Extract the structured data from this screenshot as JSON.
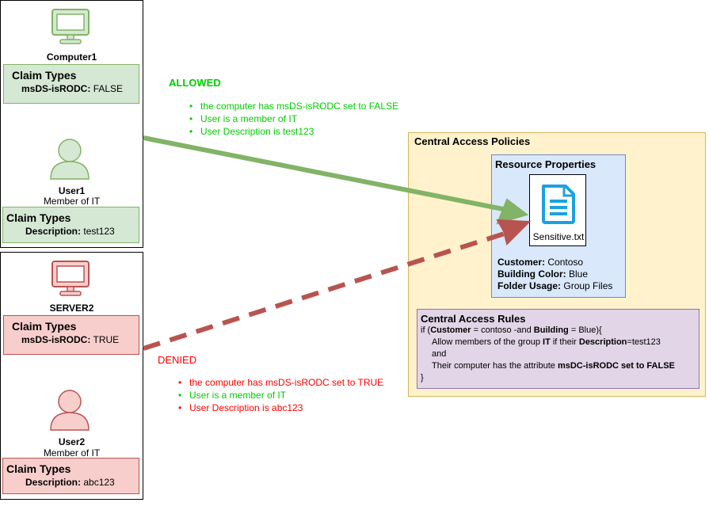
{
  "computer1": {
    "name": "Computer1",
    "claims": {
      "title": "Claim Types",
      "key": "msDS-isRODC:",
      "value": "FALSE"
    }
  },
  "user1": {
    "name": "User1",
    "subtitle": "Member of IT",
    "claims": {
      "title": "Claim Types",
      "key": "Description:",
      "value": "test123"
    }
  },
  "server2": {
    "name": "SERVER2",
    "claims": {
      "title": "Claim Types",
      "key": "msDS-isRODC:",
      "value": "TRUE"
    }
  },
  "user2": {
    "name": "User2",
    "subtitle": "Member of IT",
    "claims": {
      "title": "Claim Types",
      "key": "Description:",
      "value": "abc123"
    }
  },
  "allowed": {
    "label": "ALLOWED",
    "items": [
      "the computer has msDS-isRODC set to FALSE",
      "User is a member of IT",
      "User Description is test123"
    ]
  },
  "denied": {
    "label": "DENIED",
    "items": [
      "the computer has msDS-isRODC set to TRUE",
      "User is a member of IT",
      "User Description is abc123"
    ]
  },
  "policies": {
    "title": "Central Access Policies",
    "resource": {
      "title": "Resource Properties",
      "file": "Sensitive.txt",
      "props": [
        {
          "key": "Customer:",
          "value": "Contoso"
        },
        {
          "key": "Building Color:",
          "value": "Blue"
        },
        {
          "key": "Folder Usage:",
          "value": "Group Files"
        }
      ]
    },
    "rules": {
      "title": "Central Access Rules",
      "l1_a": "if (",
      "l1_b": "Customer",
      "l1_c": " = contoso -and ",
      "l1_d": "Building",
      "l1_e": " = Blue){",
      "l2_a": "Allow members of the group ",
      "l2_b": "IT",
      "l2_c": " if their ",
      "l2_d": "Description",
      "l2_e": "=test123",
      "l3": "and",
      "l4_a": "Their computer has the attribute ",
      "l4_b": "msDC-isRODC set to FALSE",
      "l5": "}"
    }
  },
  "colors": {
    "green_text": "#00cc00",
    "red_text": "#ff0000",
    "green_arrow": "#82b366",
    "red_arrow": "#b85450",
    "green_icon": "#d5e8d4",
    "red_icon": "#f8cecc",
    "file_icon": "#1ba1e2"
  }
}
